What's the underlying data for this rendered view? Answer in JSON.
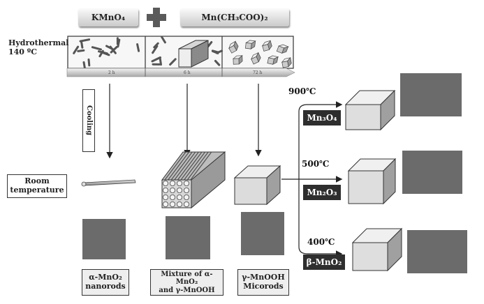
{
  "reactants": {
    "a": "KMnO₄",
    "b": "Mn(CH₃COO)₂"
  },
  "conditions": {
    "hydrothermal": [
      "Hydrothermal",
      "140 ºC"
    ],
    "room_temperature": [
      "Room",
      "temperature"
    ],
    "cooling": "Cooling"
  },
  "timeline": [
    "2 h",
    "6 h",
    "72 h"
  ],
  "products": {
    "p1": [
      "α-MnO₂",
      "nanorods"
    ],
    "p2": [
      "Mixture of α-MnO₂",
      "and γ-MnOOH"
    ],
    "p3": [
      "γ-MnOOH",
      "Micorods"
    ]
  },
  "annealing": [
    {
      "temp": "900℃",
      "phase": "Mn₃O₄"
    },
    {
      "temp": "500℃",
      "phase": "Mn₂O₃"
    },
    {
      "temp": "400℃",
      "phase": "β-MnO₂"
    }
  ]
}
